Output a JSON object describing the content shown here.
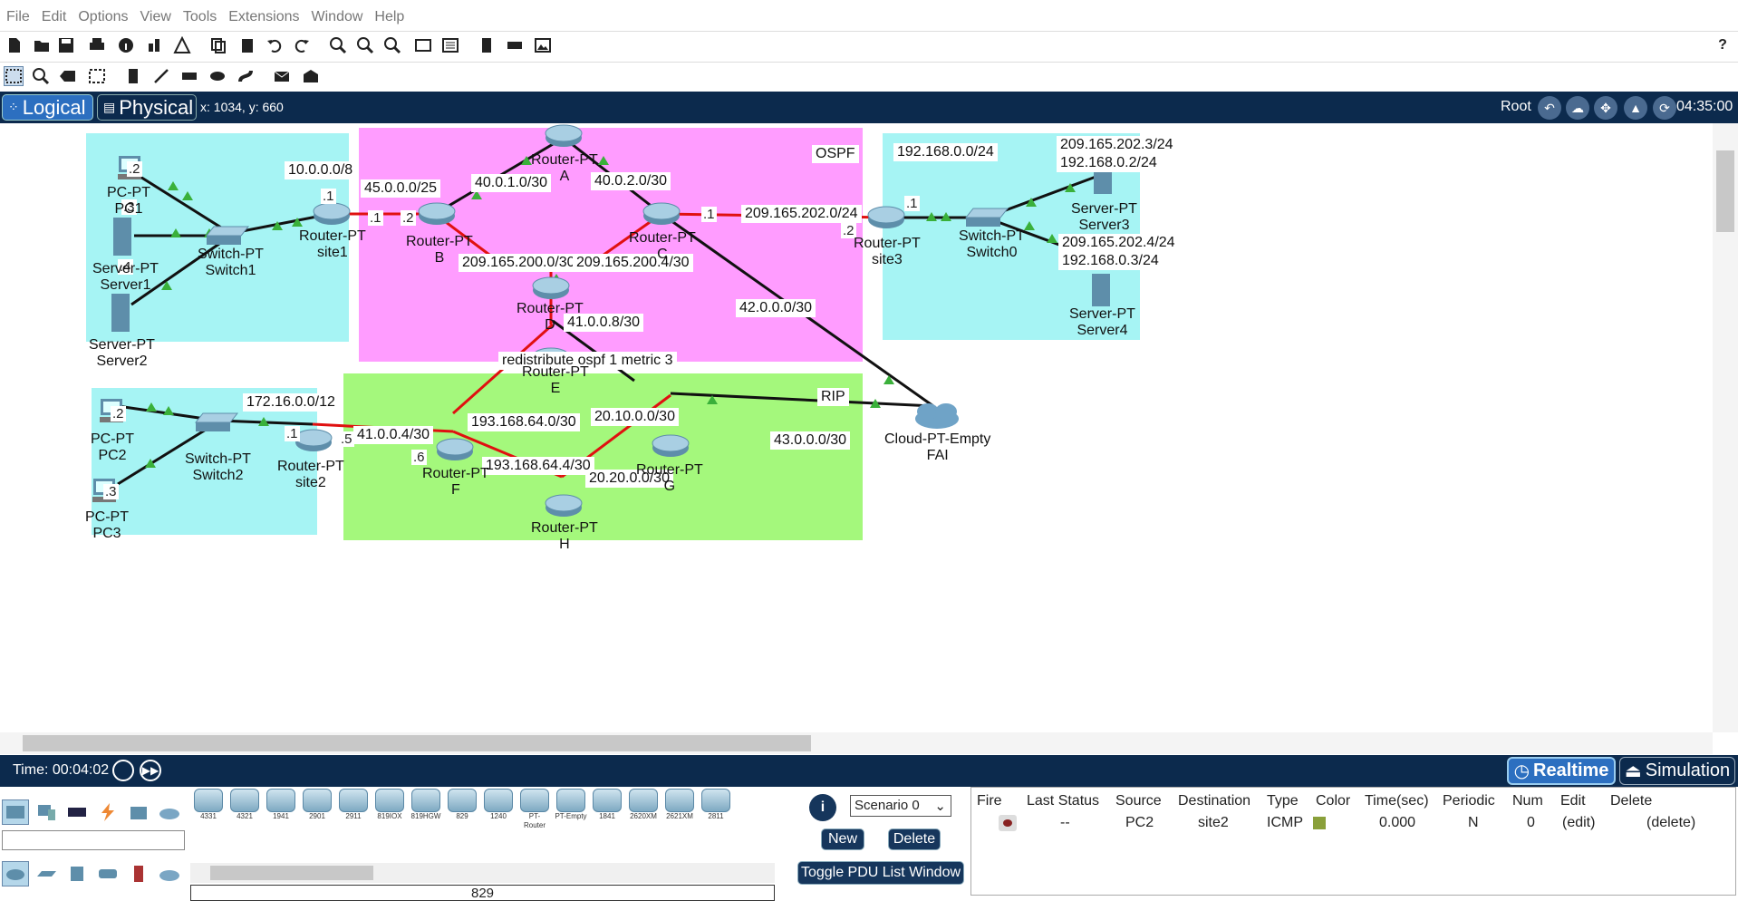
{
  "menu": [
    "File",
    "Edit",
    "Options",
    "View",
    "Tools",
    "Extensions",
    "Window",
    "Help"
  ],
  "help_icon": "?",
  "modebar": {
    "logical": "Logical",
    "physical": "Physical",
    "coords": "x: 1034, y: 660",
    "root": "Root",
    "clock": "04:35:00"
  },
  "networks": {
    "n10": "10.0.0.0/8",
    "n45": "45.0.0.0/25",
    "n40_1": "40.0.1.0/30",
    "n40_2": "40.0.2.0/30",
    "ospf": "OSPF",
    "n209_0": "209.165.202.0/24",
    "n192_0": "192.168.0.0/24",
    "srv3_ip1": "209.165.202.3/24",
    "srv3_ip2": "192.168.0.2/24",
    "srv4_ip1": "209.165.202.4/24",
    "srv4_ip2": "192.168.0.3/24",
    "n209_200_0": "209.165.200.0/30",
    "n209_200_4": "209.165.200.4/30",
    "n42": "42.0.0.0/30",
    "n41_8": "41.0.0.8/30",
    "redistribute": "redistribute ospf 1 metric 3",
    "rip": "RIP",
    "n172": "172.16.0.0/12",
    "n41_4": "41.0.0.4/30",
    "n193_64_0": "193.168.64.0/30",
    "n193_64_4": "193.168.64.4/30",
    "n20_10": "20.10.0.0/30",
    "n20_20": "20.20.0.0/30",
    "n43": "43.0.0.0/30"
  },
  "hosts": {
    "pc1_ip": ".2",
    "server1_ip": ".3",
    "server2_ip": ".4",
    "site1_in": ".1",
    "site1_out": ".1",
    "b_in": ".2",
    "c_out": ".1",
    "site3_in": ".2",
    "site3_out": ".1",
    "pc2_ip": ".2",
    "pc3_ip": ".3",
    "site2_in": ".1",
    "site2_out": ".5",
    "f_in": ".6"
  },
  "devices": {
    "pc1": "PC-PT\nPC1",
    "server1": "Server-PT\nServer1",
    "server2": "Server-PT\nServer2",
    "switch1": "Switch-PT\nSwitch1",
    "site1": "Router-PT\nsite1",
    "router_a": "Router-PT\nA",
    "router_b": "Router-PT\nB",
    "router_c": "Router-PT\nC",
    "router_d": "Router-PT\nD",
    "site3": "Router-PT\nsite3",
    "switch0": "Switch-PT\nSwitch0",
    "server3": "Server-PT\nServer3",
    "server4": "Server-PT\nServer4",
    "router_e": "Router-PT\nE",
    "router_f": "Router-PT\nF",
    "router_g": "Router-PT\nG",
    "router_h": "Router-PT\nH",
    "cloud": "Cloud-PT-Empty\nFAI",
    "pc2": "PC-PT\nPC2",
    "pc3": "PC-PT\nPC3",
    "switch2": "Switch-PT\nSwitch2",
    "site2": "Router-PT\nsite2"
  },
  "sim": {
    "time": "Time: 00:04:02",
    "realtime": "Realtime",
    "simulation": "Simulation"
  },
  "models": [
    "4331",
    "4321",
    "1941",
    "2901",
    "2911",
    "819IOX",
    "819HGW",
    "829",
    "1240",
    "PT-Router",
    "PT-Empty",
    "1841",
    "2620XM",
    "2621XM",
    "2811"
  ],
  "selected_model": "829",
  "pdu": {
    "scenario": "Scenario 0",
    "new": "New",
    "delete": "Delete",
    "toggle": "Toggle PDU List Window",
    "headers": [
      "Fire",
      "Last Status",
      "Source",
      "Destination",
      "Type",
      "Color",
      "Time(sec)",
      "Periodic",
      "Num",
      "Edit",
      "Delete"
    ],
    "row": {
      "last_status": "--",
      "source": "PC2",
      "destination": "site2",
      "type": "ICMP",
      "color": "#8aa03a",
      "time": "0.000",
      "periodic": "N",
      "num": "0",
      "edit": "(edit)",
      "delete": "(delete)"
    }
  },
  "colors": {
    "cyan_region": "#a6f4f4",
    "pink_region": "#ff9cff",
    "green_region": "#a4f87c",
    "dark_bar": "#0c2a4d",
    "accent": "#2c6fc0"
  }
}
